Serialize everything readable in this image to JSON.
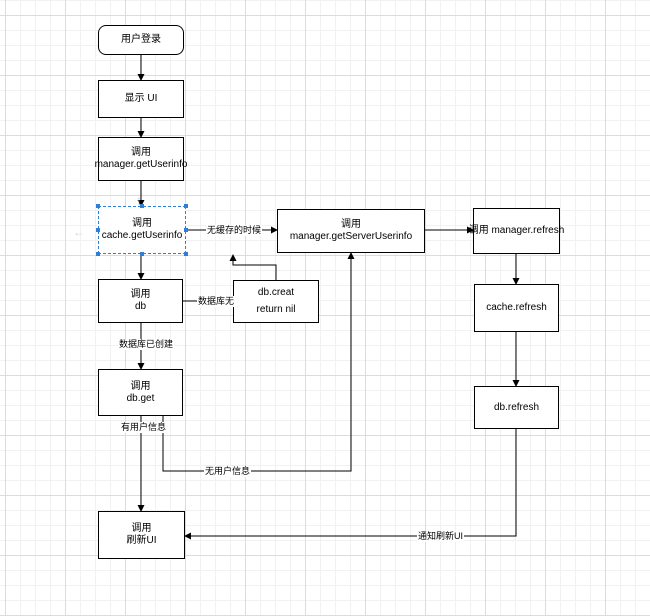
{
  "nodes": {
    "login": {
      "text": "用户登录"
    },
    "show_ui": {
      "text": "显示 UI"
    },
    "manager_get": {
      "line1": "调用",
      "line2": "manager.getUserinfo"
    },
    "cache_get": {
      "line1": "调用",
      "line2": "cache.getUserinfo"
    },
    "db": {
      "line1": "调用",
      "line2": "db"
    },
    "db_creat": {
      "line1": "db.creat",
      "line2": "return nil"
    },
    "db_get": {
      "line1": "调用",
      "line2": "db.get"
    },
    "refresh_ui": {
      "line1": "调用",
      "line2": "刷新UI"
    },
    "server_get": {
      "line1": "调用",
      "line2": "manager.getServerUserinfo"
    },
    "manager_refresh": {
      "text": "调用 manager.refresh"
    },
    "cache_refresh": {
      "text": "cache.refresh"
    },
    "db_refresh": {
      "text": "db.refresh"
    }
  },
  "edge_labels": {
    "no_cache": "无缓存的时候",
    "db_none": "数据库无",
    "db_created": "数据库已创建",
    "has_user": "有用户信息",
    "no_user": "无用户信息",
    "notify_refresh": "通知刷新UI"
  },
  "colors": {
    "line": "#000000",
    "selection": "#2f7ed8",
    "grid_major": "#dcdcdc",
    "grid_minor": "#f1f1f1"
  }
}
